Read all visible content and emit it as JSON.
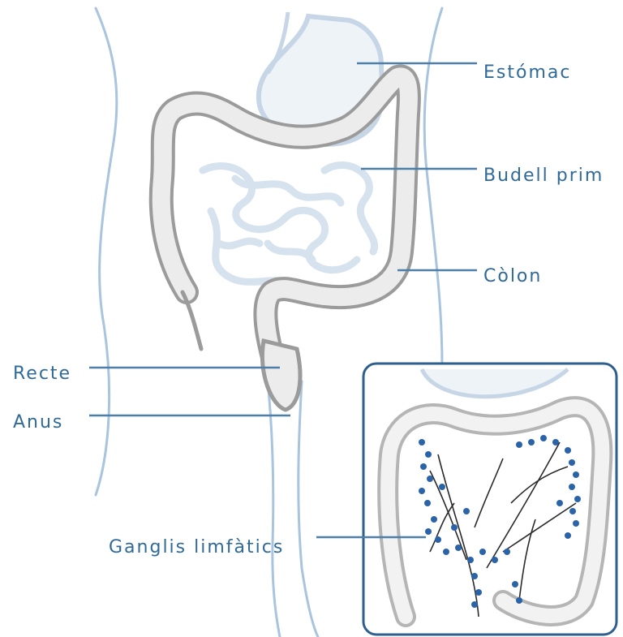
{
  "labels": {
    "stomach": "Estómac",
    "small_intestine": "Budell prim",
    "colon": "Còlon",
    "rectum": "Recte",
    "anus": "Anus",
    "lymph_nodes": "Ganglis limfàtics"
  },
  "colors": {
    "label_text": "#2f6a99",
    "leader_line": "#4d7fa8",
    "body_outline": "#a9c4de",
    "organ_light": "#d6e3ee",
    "colon_gray": "#9b9b9b",
    "colon_fill": "#ececec",
    "inset_border": "#2e5f8f",
    "lymph_node": "#2b63a8",
    "vessel": "#2a2a2a"
  }
}
